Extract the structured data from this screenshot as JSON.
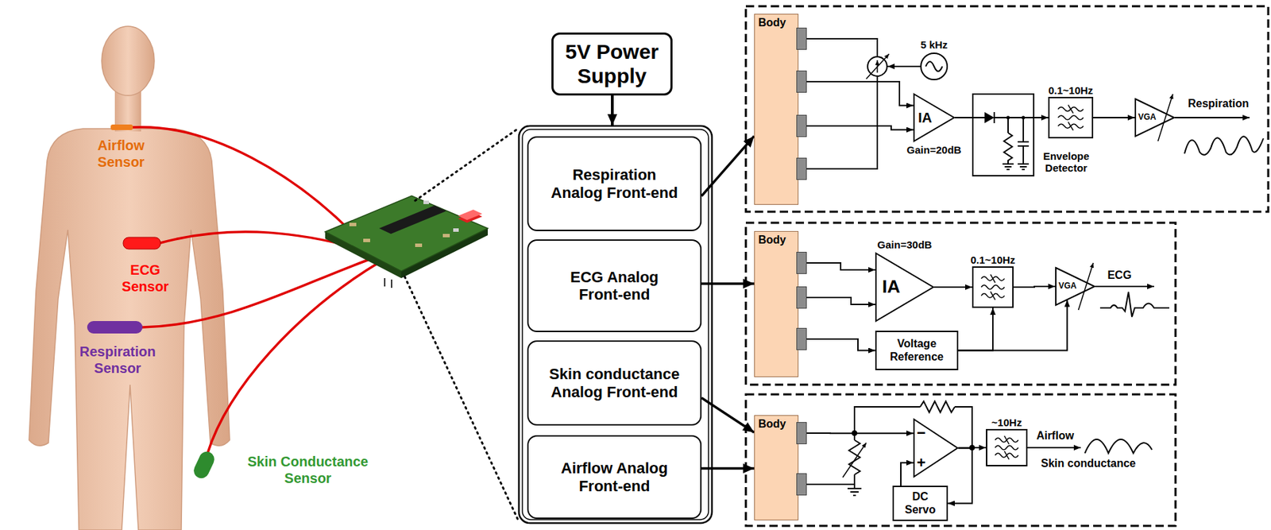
{
  "diagram": {
    "nodes": [
      {
        "text": [
          "5V Power Supply"
        ]
      },
      {
        "text": [
          "Respiration Analog Front-end"
        ]
      },
      {
        "text": [
          "ECG Analog Front-end"
        ]
      },
      {
        "text": [
          "Skin conductance Analog Front-end"
        ]
      },
      {
        "text": [
          "Airflow Analog Front-end"
        ]
      },
      {
        "text": [
          "Body"
        ]
      },
      {
        "text": [
          "5 kHz"
        ]
      },
      {
        "text": [
          "IA",
          "Gain=20dB"
        ]
      },
      {
        "text": [
          "Envelope Detector"
        ]
      },
      {
        "text": [
          "0.1~10Hz"
        ]
      },
      {
        "text": [
          "VGA"
        ]
      },
      {
        "text": [
          "Body"
        ]
      },
      {
        "text": [
          "Gain=30dB",
          "IA"
        ]
      },
      {
        "text": [
          "0.1~10Hz"
        ]
      },
      {
        "text": [
          "VGA"
        ]
      },
      {
        "text": [
          "Voltage Reference"
        ]
      },
      {
        "text": [
          "Body"
        ]
      },
      {
        "text": [
          "−",
          "+"
        ]
      },
      {
        "text": [
          "~10Hz"
        ]
      },
      {
        "text": [
          "DC Servo"
        ]
      }
    ],
    "edges": [
      {
        "from": 1,
        "to": 5,
        "arrow": "to"
      },
      {
        "from": 2,
        "to": 11,
        "arrow": "to"
      },
      {
        "from": 3,
        "to": 16,
        "arrow": "to"
      },
      {
        "from": 4,
        "to": 16,
        "arrow": "to"
      },
      {
        "from": 5,
        "to": 7,
        "arrow": "to"
      },
      {
        "from": 5,
        "to": 7,
        "arrow": "to"
      },
      {
        "from": 7,
        "to": 8,
        "arrow": "none"
      },
      {
        "from": 8,
        "to": 9,
        "arrow": "to"
      },
      {
        "from": 9,
        "to": 10,
        "arrow": "to"
      },
      {
        "from": 11,
        "to": 12,
        "arrow": "to"
      },
      {
        "from": 11,
        "to": 12,
        "arrow": "to"
      },
      {
        "from": 12,
        "to": 13,
        "arrow": "to"
      },
      {
        "from": 13,
        "to": 14,
        "arrow": "to"
      },
      {
        "from": 11,
        "to": 15,
        "arrow": "to"
      },
      {
        "from": 15,
        "to": 13,
        "arrow": "to"
      },
      {
        "from": 15,
        "to": 14,
        "arrow": "to"
      },
      {
        "from": 16,
        "to": 17,
        "arrow": "to"
      },
      {
        "from": 17,
        "to": 18,
        "arrow": "to"
      },
      {
        "from": 17,
        "to": 19,
        "arrow": "to"
      },
      {
        "from": 19,
        "to": 17,
        "arrow": "to"
      }
    ],
    "labels": [
      "Airflow Sensor",
      "ECG Sensor",
      "Respiration Sensor",
      "Skin Conductance Sensor",
      "Respiration",
      "ECG",
      "Airflow",
      "Skin conductance"
    ]
  }
}
